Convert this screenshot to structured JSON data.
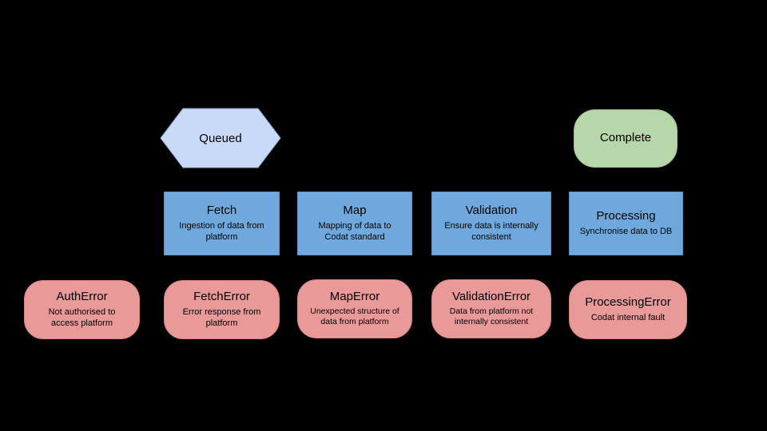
{
  "diagram": {
    "states": {
      "queued": {
        "label": "Queued"
      },
      "complete": {
        "label": "Complete"
      }
    },
    "stages": [
      {
        "title": "Fetch",
        "subtitle": "Ingestion of data from platform"
      },
      {
        "title": "Map",
        "subtitle": "Mapping of data to Codat standard"
      },
      {
        "title": "Validation",
        "subtitle": "Ensure data is internally consistent"
      },
      {
        "title": "Processing",
        "subtitle": "Synchronise data to DB"
      }
    ],
    "errors": [
      {
        "title": "AuthError",
        "subtitle": "Not authorised to access platform"
      },
      {
        "title": "FetchError",
        "subtitle": "Error response from platform"
      },
      {
        "title": "MapError",
        "subtitle": "Unexpected structure of data from platform"
      },
      {
        "title": "ValidationError",
        "subtitle": "Data from platform not internally consistent"
      },
      {
        "title": "ProcessingError",
        "subtitle": "Codat internal fault"
      }
    ],
    "colors": {
      "background": "#000000",
      "queued_fill": "#c9daf8",
      "queued_stroke": "#8ea9d1",
      "complete_fill": "#b6d7a8",
      "stage_fill": "#6fa8dc",
      "error_fill": "#ea9999",
      "text": "#000000"
    }
  }
}
